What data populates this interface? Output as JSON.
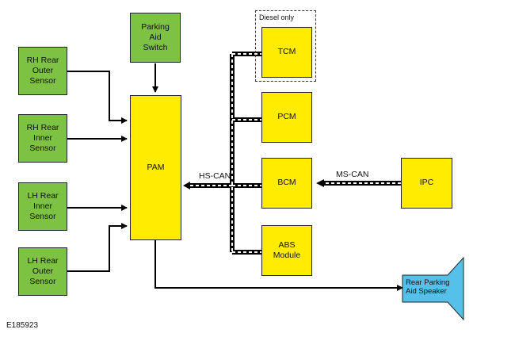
{
  "diagram": {
    "sensors": {
      "rh_outer": "RH Rear\nOuter\nSensor",
      "rh_inner": "RH Rear\nInner\nSensor",
      "lh_inner": "LH Rear\nInner\nSensor",
      "lh_outer": "LH Rear\nOuter\nSensor"
    },
    "switch": "Parking\nAid\nSwitch",
    "pam": "PAM",
    "tcm": "TCM",
    "pcm": "PCM",
    "bcm": "BCM",
    "abs": "ABS\nModule",
    "ipc": "IPC",
    "speaker": "Rear Parking\nAid Speaker",
    "diesel_note": "Diesel only",
    "hs_can": "HS-CAN",
    "ms_can": "MS-CAN",
    "figure_id": "E185923"
  },
  "colors": {
    "sensor_green": "#7dc242",
    "module_yellow": "#ffec00",
    "speaker_blue": "#55c1ea"
  }
}
